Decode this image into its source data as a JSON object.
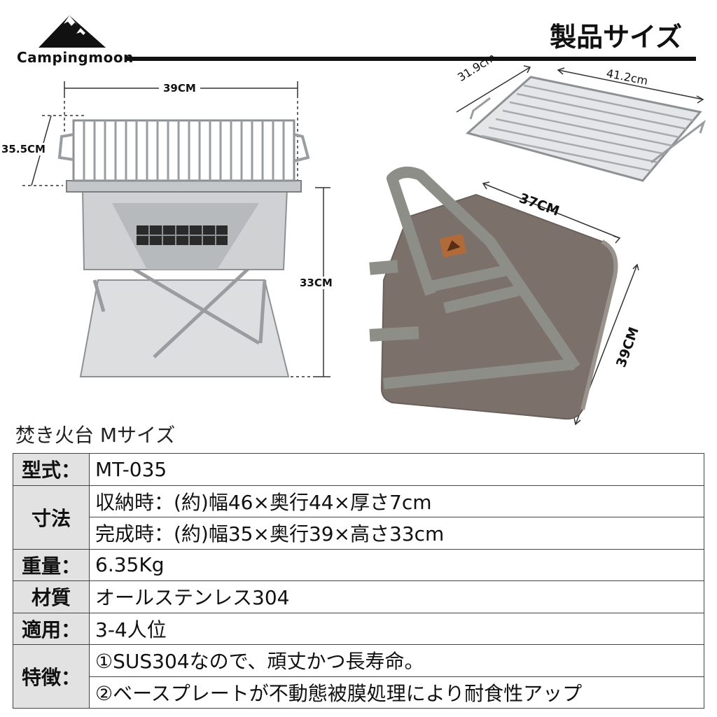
{
  "brand": {
    "name": "Campingmoon"
  },
  "header": {
    "title": "製品サイズ"
  },
  "dimensions": {
    "grill_width": "39CM",
    "grill_depth": "35.5CM",
    "grill_height": "33CM",
    "grate_depth": "31.9cm",
    "grate_width": "41.2cm",
    "bag_width": "37CM",
    "bag_height": "39CM"
  },
  "product": {
    "subtitle": "焚き火台  Mサイズ"
  },
  "specs": [
    {
      "label": "型式：",
      "values": [
        "MT-035"
      ]
    },
    {
      "label": "寸法",
      "values": [
        "収納時：(約)幅46×奥行44×厚さ7cm",
        "完成時：(約)幅35×奥行39×高さ33cm"
      ]
    },
    {
      "label": "重量：",
      "values": [
        "6.35Kg"
      ]
    },
    {
      "label": "材質",
      "values": [
        "オールステンレス304"
      ]
    },
    {
      "label": "適用：",
      "values": [
        "3-4人位"
      ]
    },
    {
      "label": "特徴：",
      "values": [
        "①SUS304なので、頑丈かつ長寿命。",
        "②ベースプレートが不動態被膜処理により耐食性アップ"
      ]
    }
  ],
  "colors": {
    "text": "#111111",
    "label_bg": "#e2e2e2",
    "bag": "#7b706a",
    "strap": "#8e8e88",
    "steel": "#c9cbcd"
  }
}
